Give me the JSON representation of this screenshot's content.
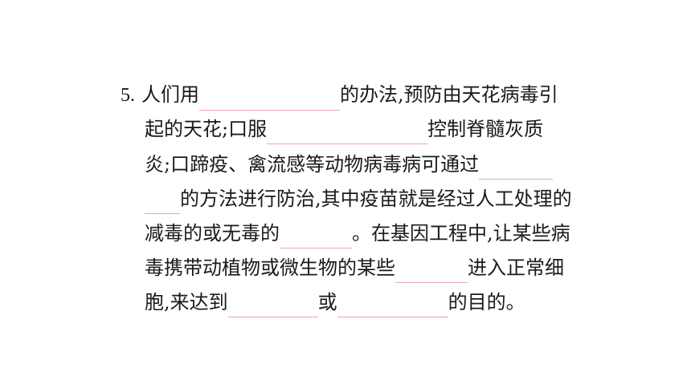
{
  "question": {
    "number": "5.",
    "lines": [
      {
        "t1": "人们用",
        "t2": "的办法,预防由天花病毒引"
      },
      {
        "t1": "起的天花;口服",
        "t2": "控制脊髓灰质"
      },
      {
        "t1": "炎;口蹄疫、禽流感等动物病毒病可通过"
      },
      {
        "t2": "的方法进行防治,其中疫苗就是经过人工处理的"
      },
      {
        "t1": "减毒的或无毒的",
        "t2": "。在基因工程中,让某些病"
      },
      {
        "t1": "毒携带动植物或微生物的某些",
        "t2": "进入正常细"
      },
      {
        "t1": "胞,来达到",
        "t2": "或",
        "t3": "的目的。"
      }
    ]
  },
  "colors": {
    "text": "#1a1a1a",
    "blank_underline": "#e8a3c4",
    "background": "#ffffff"
  }
}
